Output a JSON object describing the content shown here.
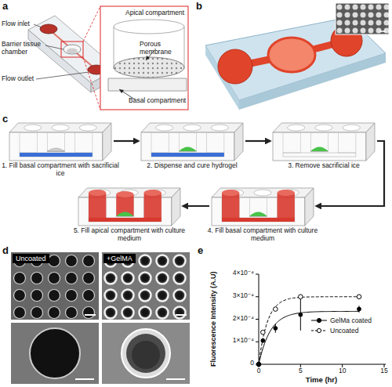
{
  "diagram": {
    "nodes": [
      {
        "text": [
          "1. Fill basal compartment with sacrificial ice"
        ]
      },
      {
        "text": [
          "2. Dispense and cure hydrogel"
        ]
      },
      {
        "text": [
          "3. Remove sacrificial ice"
        ]
      },
      {
        "text": [
          "4. Fill basal compartment with culture medium"
        ]
      },
      {
        "text": [
          "5. Fill apical compartment with culture medium"
        ]
      },
      {
        "text": [
          "Uncoated"
        ]
      },
      {
        "text": [
          "+GelMA"
        ]
      }
    ],
    "edges": [
      {
        "from": 0,
        "to": 1,
        "arrow": "to"
      },
      {
        "from": 1,
        "to": 2,
        "arrow": "to"
      },
      {
        "from": 2,
        "to": 3,
        "arrow": "to"
      },
      {
        "from": 3,
        "to": 4,
        "arrow": "to"
      }
    ],
    "labels": [
      "a",
      "Flow inlet",
      "Barrier tissue chamber",
      "Flow outlet",
      "Apical compartment",
      "Porous membrane",
      "Basal compartment",
      "b",
      "c",
      "d",
      "e",
      "Fluorescence Intensity (A.U)",
      "4×10⁻⁴",
      "3×10⁻⁴",
      "2×10⁻⁴",
      "1×10⁻⁴",
      "0",
      "0",
      "5",
      "10",
      "15",
      "Time (hr)"
    ],
    "legend": [
      {
        "text": "GelMa coated"
      },
      {
        "text": "Uncoated"
      }
    ]
  }
}
